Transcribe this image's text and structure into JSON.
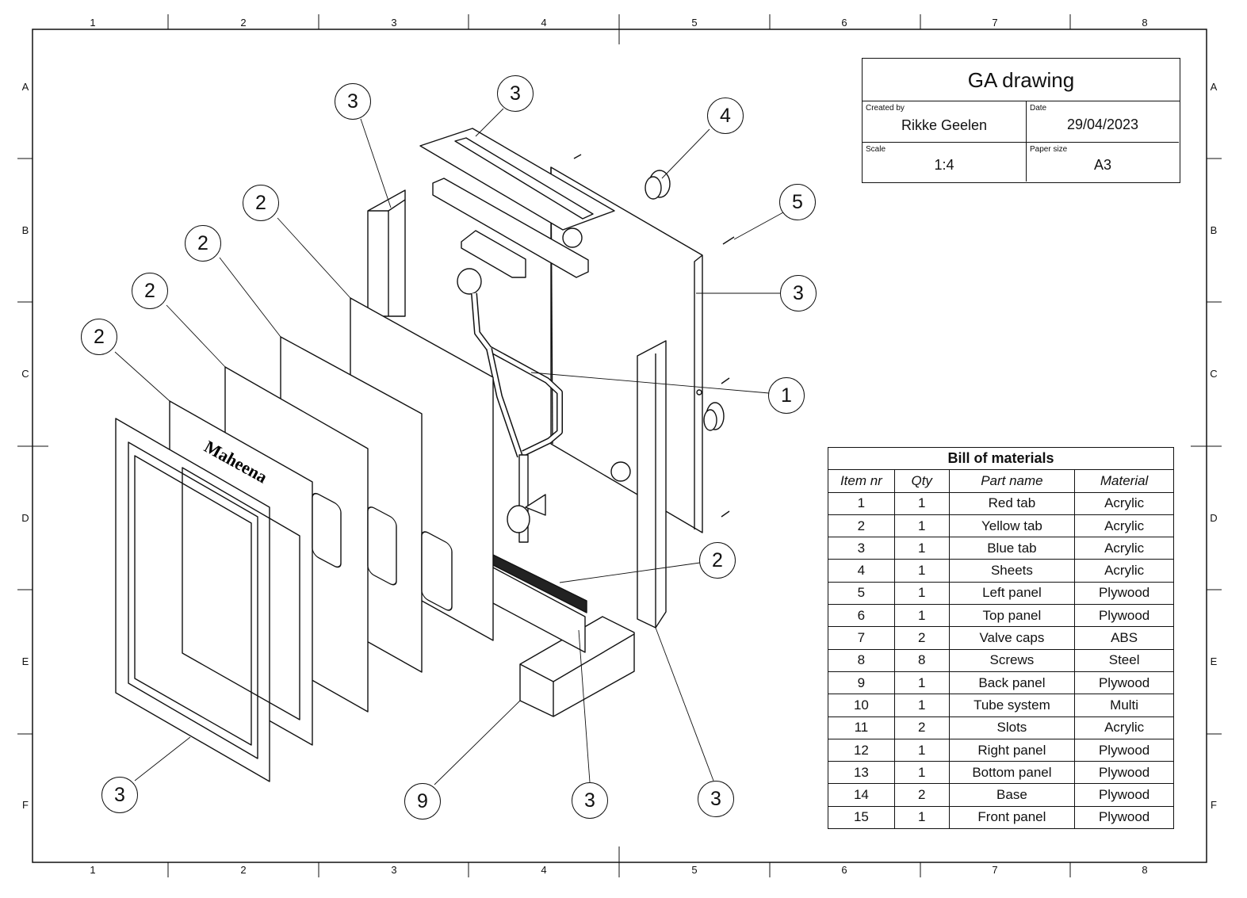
{
  "zones": {
    "columns": [
      "1",
      "2",
      "3",
      "4",
      "5",
      "6",
      "7",
      "8"
    ],
    "rows": [
      "A",
      "B",
      "C",
      "D",
      "E",
      "F"
    ]
  },
  "title_block": {
    "title": "GA drawing",
    "created_by_caption": "Created by",
    "created_by": "Rikke Geelen",
    "date_caption": "Date",
    "date": "29/04/2023",
    "scale_caption": "Scale",
    "scale": "1:4",
    "paper_size_caption": "Paper size",
    "paper_size": "A3"
  },
  "bom": {
    "title": "Bill of materials",
    "headers": [
      "Item nr",
      "Qty",
      "Part name",
      "Material"
    ],
    "rows": [
      [
        "1",
        "1",
        "Red tab",
        "Acrylic"
      ],
      [
        "2",
        "1",
        "Yellow tab",
        "Acrylic"
      ],
      [
        "3",
        "1",
        "Blue tab",
        "Acrylic"
      ],
      [
        "4",
        "1",
        "Sheets",
        "Acrylic"
      ],
      [
        "5",
        "1",
        "Left panel",
        "Plywood"
      ],
      [
        "6",
        "1",
        "Top panel",
        "Plywood"
      ],
      [
        "7",
        "2",
        "Valve caps",
        "ABS"
      ],
      [
        "8",
        "8",
        "Screws",
        "Steel"
      ],
      [
        "9",
        "1",
        "Back panel",
        "Plywood"
      ],
      [
        "10",
        "1",
        "Tube system",
        "Multi"
      ],
      [
        "11",
        "2",
        "Slots",
        "Acrylic"
      ],
      [
        "12",
        "1",
        "Right panel",
        "Plywood"
      ],
      [
        "13",
        "1",
        "Bottom panel",
        "Plywood"
      ],
      [
        "14",
        "2",
        "Base",
        "Plywood"
      ],
      [
        "15",
        "1",
        "Front panel",
        "Plywood"
      ]
    ]
  },
  "brand_text": "Maheena",
  "balloons": [
    "3",
    "3",
    "4",
    "5",
    "3",
    "1",
    "2",
    "2",
    "2",
    "2",
    "2",
    "3",
    "9",
    "3",
    "3"
  ]
}
